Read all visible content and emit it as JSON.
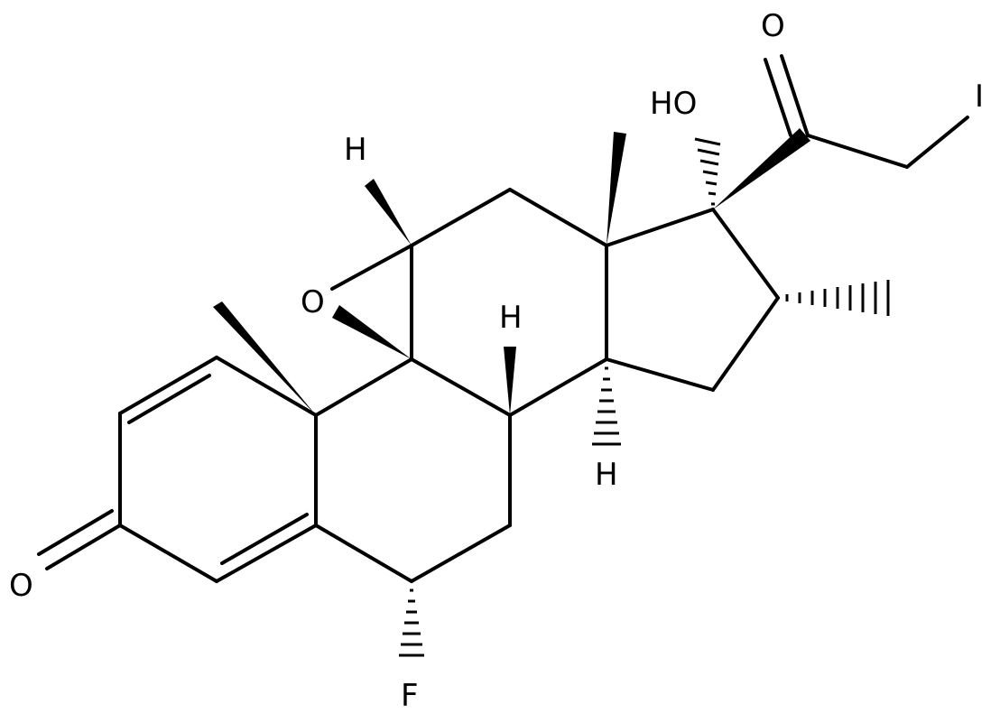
{
  "structure": {
    "atom_labels": {
      "ketone_o": "O",
      "ring_h_top": "H",
      "epoxide_o": "O",
      "ring_h_mid": "H",
      "ring_h_low": "H",
      "hydroxyl": "HO",
      "carbonyl_o": "O",
      "iodo": "I",
      "fluoro": "F"
    }
  }
}
